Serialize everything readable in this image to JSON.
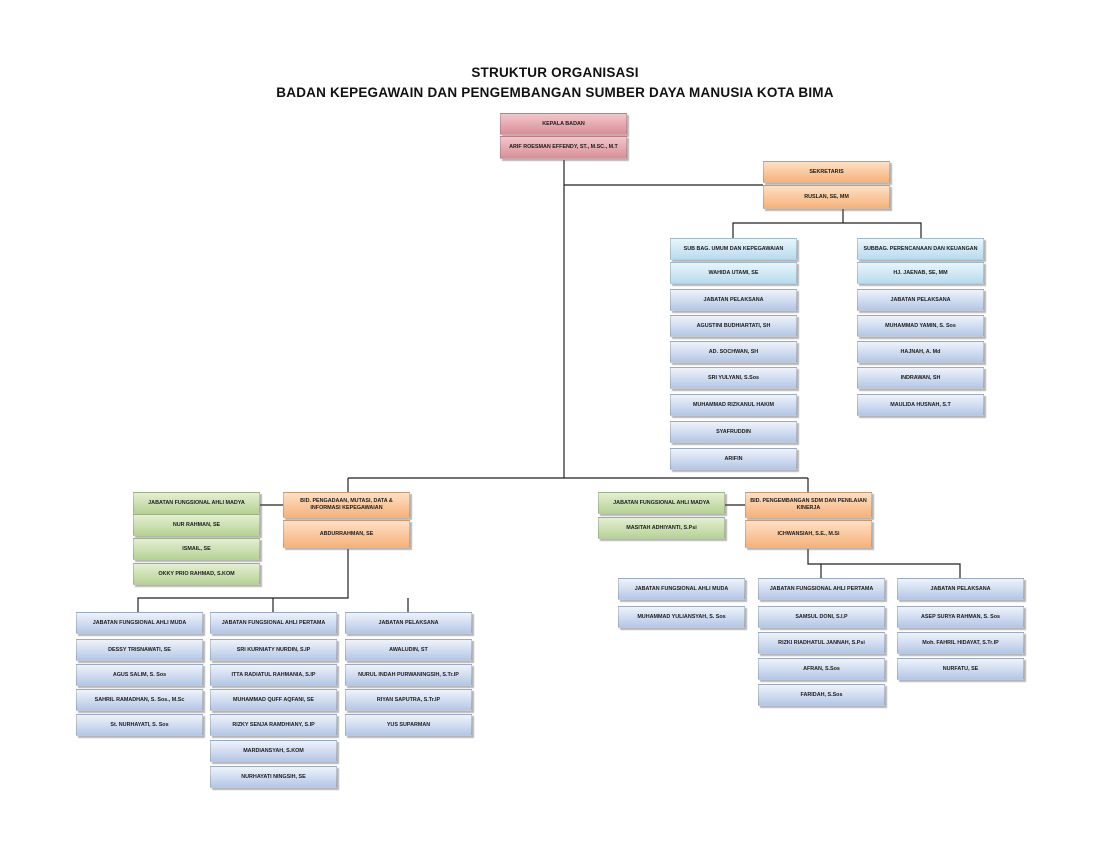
{
  "title": {
    "line1": "STRUKTUR ORGANISASI",
    "line2": "BADAN KEPEGAWAIN DAN PENGEMBANGAN SUMBER DAYA MANUSIA KOTA BIMA"
  },
  "kepala": {
    "role": "KEPALA BADAN",
    "name": "ARIF ROESMAN EFFENDY, ST., M.Sc., M.T"
  },
  "sekretaris": {
    "role": "SEKRETARIS",
    "name": "RUSLAN, SE, MM"
  },
  "subbag_umum": {
    "role": "SUB BAG. UMUM DAN KEPEGAWAIAN",
    "name": "WAHIDA UTAMI, SE",
    "pelaksana_label": "JABATAN PELAKSANA",
    "members": [
      "AGUSTINI BUDHIARTATI, SH",
      "AD. SOCHWAN, SH",
      "SRI YULYANI, S.Sos",
      "MUHAMMAD RIZKANUL HAKIM",
      "SYAFRUDDIN",
      "ARIFIN"
    ]
  },
  "subbag_perencanaan": {
    "role": "SUBBAG. PERENCANAAN DAN KEUANGAN",
    "name": "HJ. JAENAB, SE, MM",
    "pelaksana_label": "JABATAN PELAKSANA",
    "members": [
      "MUHAMMAD YAMIN, S. Sos",
      "HAJNAH, A. Md",
      "INDRAWAN, SH",
      "MAULIDA HUSNAH, S.T"
    ]
  },
  "bid_pengadaan": {
    "role": "BID. PENGADAAN, MUTASI, DATA & INFORMASI KEPEGAWAIAN",
    "name": "ABDURRAHMAN, SE",
    "madya": {
      "label": "JABATAN FUNGSIONAL AHLI MADYA",
      "members": [
        "NUR RAHMAN, SE",
        "ISMAIL, SE",
        "OKKY PRIO RAHMAD, S.KOM"
      ]
    },
    "muda": {
      "label": "JABATAN FUNGSIONAL AHLI MUDA",
      "members": [
        "DESSY TRISNAWATI, SE",
        "AGUS SALIM, S. Sos",
        "SAHRIL RAMADHAN, S. Sos., M.Sc",
        "St. NURHAYATI, S. Sos"
      ]
    },
    "pertama": {
      "label": "JABATAN FUNGSIONAL AHLI PERTAMA",
      "members": [
        "SRI KURNIATY NURDIN, S.IP",
        "ITTA RADIATUL RAHMANIA, S.IP",
        "MUHAMMAD QUFF AQFANI, SE",
        "RIZKY SENJA RAMDHIANY, S.IP",
        "MARDIANSYAH, S.KOM",
        "NURHAYATI NINGSIH, SE"
      ]
    },
    "pelaksana": {
      "label": "JABATAN PELAKSANA",
      "members": [
        "AWALUDIN, ST",
        "NURUL INDAH PURWANINGSIH, S.Tr.IP",
        "RIYAN SAPUTRA, S.Tr.IP",
        "YUS SUPARMAN"
      ]
    }
  },
  "bid_pengembangan": {
    "role": "BID. PENGEMBANGAN SDM DAN PENILAIAN KINERJA",
    "name": "ICHWANSIAH, S.E., M.Si",
    "madya": {
      "label": "JABATAN FUNGSIONAL AHLI MADYA",
      "members": [
        "MASITAH ADHIYANTI, S.Psi"
      ]
    },
    "muda": {
      "label": "JABATAN FUNGSIONAL AHLI MUDA",
      "members": [
        "MUHAMMAD YULIANSYAH, S. Sos"
      ]
    },
    "pertama": {
      "label": "JABATAN FUNGSIONAL AHLI PERTAMA",
      "members": [
        "SAMSUL DONI, S.I.P",
        "RIZKI RIADHATUL JANNAH, S.Psi",
        "AFRAN, S.Sos",
        "FARIDAH, S.Sos"
      ]
    },
    "pelaksana": {
      "label": "JABATAN PELAKSANA",
      "members": [
        "ASEP SURYA RAHMAN, S. Sos",
        "Moh. FAHRIL HIDAYAT, S.Tr.IP",
        "NURFATU, SE"
      ]
    }
  }
}
